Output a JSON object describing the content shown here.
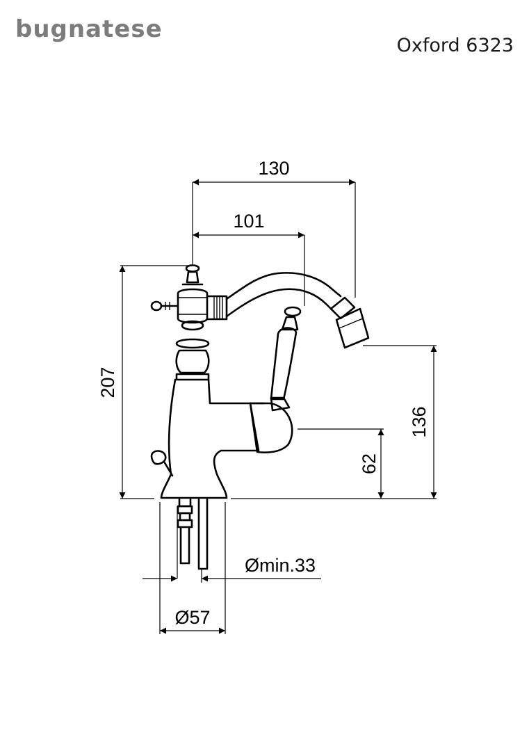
{
  "header": {
    "brand": "bugnatese",
    "model": "Oxford 6323"
  },
  "dimensions": {
    "width_total": "130",
    "width_spout": "101",
    "height_total": "207",
    "height_spout": "136",
    "height_lever": "62",
    "hole_diameter": "Ømin.33",
    "base_diameter": "Ø57"
  },
  "colors": {
    "brand": "#7c7c7c",
    "ink": "#000000"
  }
}
